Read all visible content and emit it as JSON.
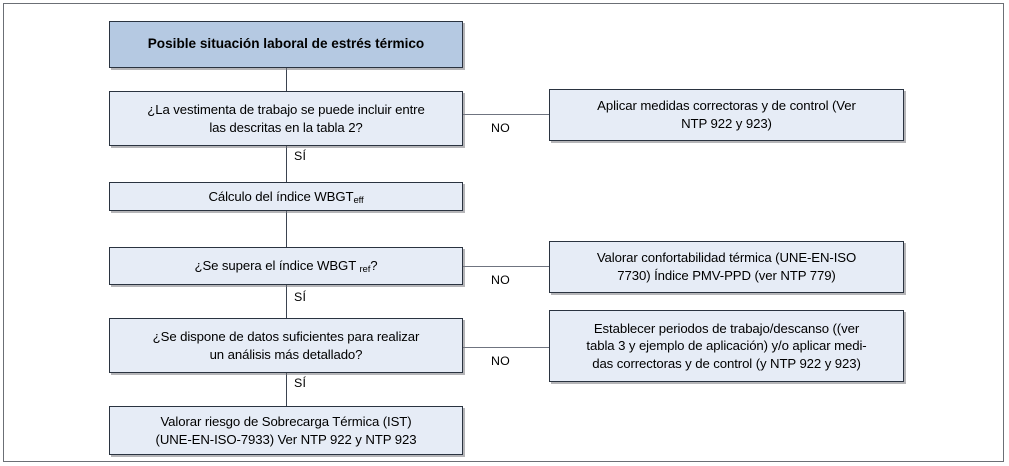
{
  "diagram": {
    "title_node": {
      "text": "Posible situación laboral de estrés térmico"
    },
    "nodes": {
      "q1": {
        "line1": "¿La vestimenta de trabajo se puede incluir entre",
        "line2": "las descritas en la tabla 2?"
      },
      "a1": {
        "line1": "Aplicar medidas correctoras y de control (Ver",
        "line2": "NTP 922 y 923)"
      },
      "calc": {
        "prefix": "Cálculo del índice WBGT",
        "subscript": "eff"
      },
      "q2": {
        "prefix": "¿Se supera el índice WBGT ",
        "subscript": "ref",
        "suffix": "?"
      },
      "a2": {
        "line1": "Valorar confortabilidad térmica (UNE-EN-ISO",
        "line2": "7730) Índice PMV-PPD (ver NTP 779)"
      },
      "q3": {
        "line1": "¿Se dispone de datos suficientes para realizar",
        "line2": "un análisis más detallado?"
      },
      "a3": {
        "line1": "Establecer periodos de trabajo/descanso ((ver",
        "line2": "tabla 3 y ejemplo de aplicación) y/o aplicar medi-",
        "line3": "das correctoras y de control (y NTP 922 y 923)"
      },
      "final": {
        "line1": "Valorar riesgo de Sobrecarga Térmica (IST)",
        "line2": "(UNE-EN-ISO-7933) Ver NTP 922 y NTP 923"
      }
    },
    "edge_labels": {
      "no1": "NO",
      "no2": "NO",
      "no3": "NO",
      "si1": "SÍ",
      "si2": "SÍ",
      "si3": "SÍ"
    },
    "colors": {
      "header_fill": "#b5c9e2",
      "node_fill": "#e6ecf6",
      "node_border": "#2a3340",
      "frame_border": "#6b6f75",
      "connector": "#3b4350",
      "page_background": "#ffffff"
    }
  }
}
